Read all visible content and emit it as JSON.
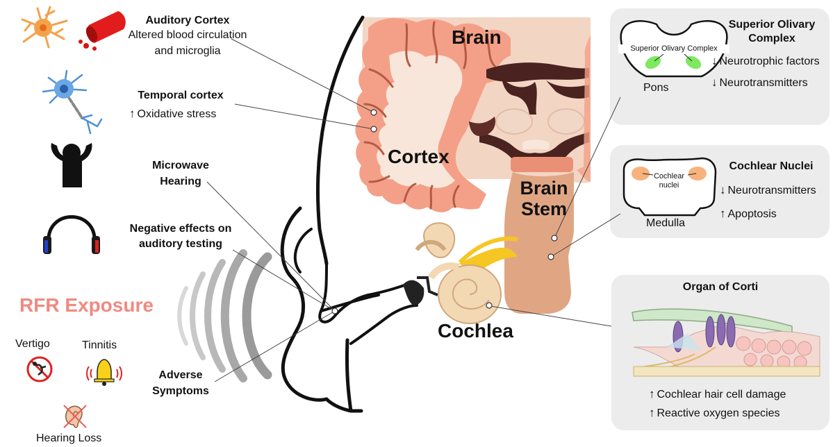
{
  "left_annotations": {
    "auditory_cortex": {
      "title": "Auditory Cortex",
      "line1": "Altered blood circulation",
      "line2": "and microglia"
    },
    "temporal_cortex": {
      "title": "Temporal cortex",
      "effect": "Oxidative stress",
      "arrow": "↑"
    },
    "microwave_hearing": {
      "line1": "Microwave",
      "line2": "Hearing"
    },
    "negative_effects": {
      "line1": "Negative effects on",
      "line2": "auditory testing"
    },
    "adverse_symptoms": {
      "line1": "Adverse",
      "line2": "Symptoms"
    }
  },
  "rfr": {
    "title": "RFR Exposure",
    "symptoms": [
      "Vertigo",
      "Tinnitis",
      "Hearing Loss"
    ]
  },
  "anatomy": {
    "brain": "Brain",
    "cortex": "Cortex",
    "brain_stem_1": "Brain",
    "brain_stem_2": "Stem",
    "cochlea": "Cochlea"
  },
  "panels": {
    "soc": {
      "title_1": "Superior Olivary",
      "title_2": "Complex",
      "inner_label": "Superior Olivary Complex",
      "region": "Pons",
      "rows": [
        {
          "arrow": "↓",
          "text": "Neurotrophic factors"
        },
        {
          "arrow": "↓",
          "text": "Neurotransmitters"
        }
      ]
    },
    "cn": {
      "title": "Cochlear Nuclei",
      "inner_label_1": "Cochlear",
      "inner_label_2": "nuclei",
      "region": "Medulla",
      "rows": [
        {
          "arrow": "↓",
          "text": "Neurotransmitters"
        },
        {
          "arrow": "↑",
          "text": "Apoptosis"
        }
      ]
    },
    "corti": {
      "title": "Organ of Corti",
      "rows": [
        {
          "arrow": "↑",
          "text": "Cochlear hair cell damage"
        },
        {
          "arrow": "↑",
          "text": "Reactive oxygen species"
        }
      ]
    }
  },
  "colors": {
    "rfr": "#f08a80",
    "cortex_pink": "#f4a088",
    "white_matter": "#f6e2d6",
    "stem": "#e0a684",
    "green": "#7ee860",
    "orange": "#f7b27d",
    "panel": "#ececec"
  }
}
